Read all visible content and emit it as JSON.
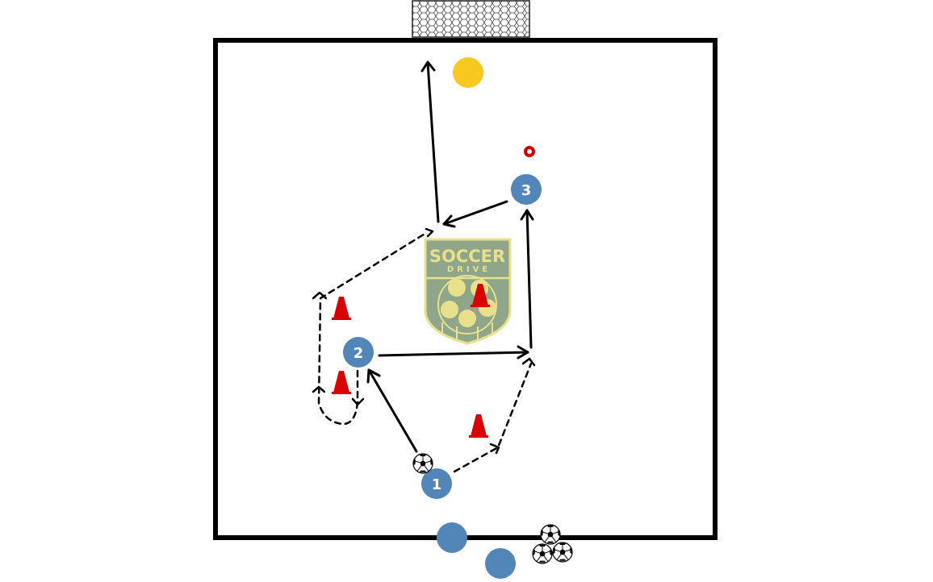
{
  "colors": {
    "field_line": "#000000",
    "background": "#ffffff",
    "player": "#5285b8",
    "goalkeeper": "#f7c81e",
    "cone": "#d90000",
    "marker": "#d40000",
    "logo_fill": "#8fa68a",
    "logo_text": "#e8e08a"
  },
  "logo": {
    "line1": "SOCCER",
    "line2": "DRIVE"
  },
  "players": [
    {
      "id": "player-1",
      "label": "1"
    },
    {
      "id": "player-2",
      "label": "2"
    },
    {
      "id": "player-3",
      "label": "3"
    }
  ],
  "icons": {
    "goal": "goal-net-icon",
    "cone": "cone-icon",
    "ball": "soccer-ball-icon",
    "marker": "ring-marker-icon",
    "logo": "soccer-drive-crest-icon"
  }
}
